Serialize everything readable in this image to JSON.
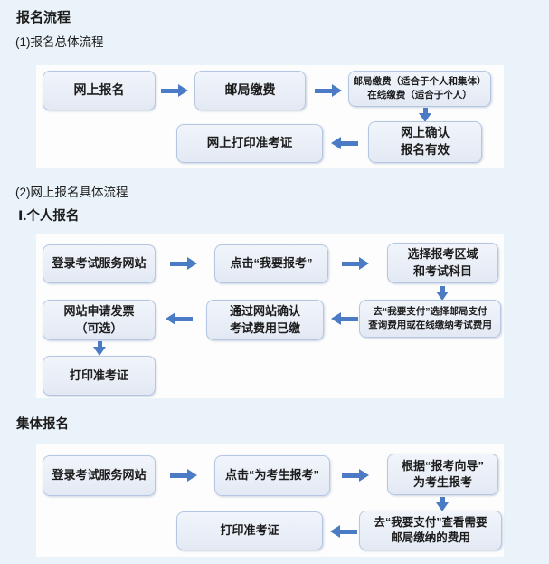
{
  "headings": {
    "title": "报名流程",
    "section1": "(1)报名总体流程",
    "section2": "(2)网上报名具体流程",
    "section2_sub": "Ⅰ.个人报名",
    "section3": "集体报名"
  },
  "flow1": {
    "n1": "网上报名",
    "n2": "邮局缴费",
    "n3_line1": "邮局缴费（适合于个人和集体）",
    "n3_line2": "在线缴费（适合于个人）",
    "n4": "网上打印准考证",
    "n5_line1": "网上确认",
    "n5_line2": "报名有效"
  },
  "flow2": {
    "n1": "登录考试服务网站",
    "n2": "点击“我要报考”",
    "n3_line1": "选择报考区域",
    "n3_line2": "和考试科目",
    "n4_line1": "去“我要支付”选择邮局支付",
    "n4_line2": "查询费用或在线缴纳考试费用",
    "n5_line1": "通过网站确认",
    "n5_line2": "考试费用已缴",
    "n6_line1": "网站申请发票",
    "n6_line2": "（可选）",
    "n7": "打印准考证"
  },
  "flow3": {
    "n1": "登录考试服务网站",
    "n2": "点击“为考生报考”",
    "n3_line1": "根据“报考向导”",
    "n3_line2": "为考生报考",
    "n4_line1": "去“我要支付”查看需要",
    "n4_line2": "邮局缴纳的费用",
    "n5": "打印准考证"
  },
  "colors": {
    "page_bg": "#e9f3f9",
    "panel_bg": "#fdfdfd",
    "box_fill_top": "#f1f5fb",
    "box_fill_bottom": "#e3e9f4",
    "box_border": "#b5c6e4",
    "arrow_blue": "#4a7bc4",
    "text": "#1c1c1c"
  }
}
